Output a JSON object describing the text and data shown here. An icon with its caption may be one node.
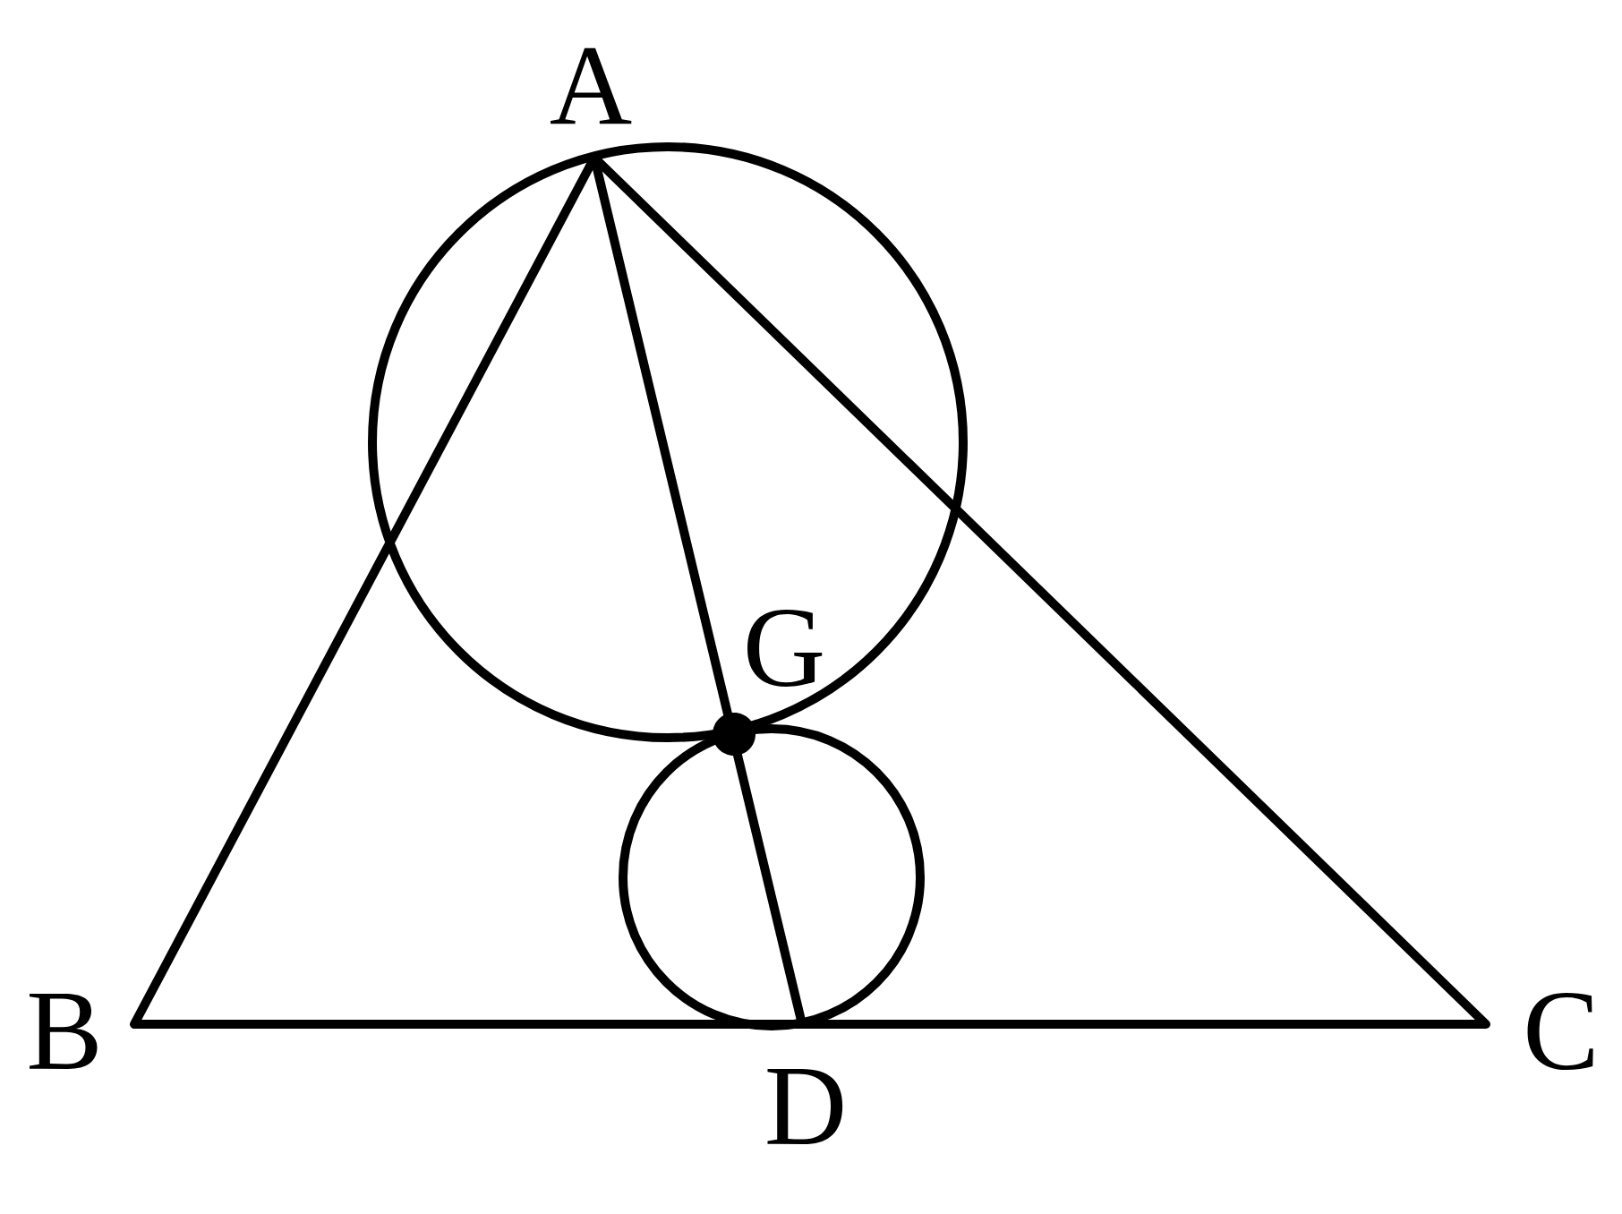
{
  "diagram": {
    "labels": [
      "A",
      "B",
      "C",
      "D",
      "G"
    ]
  }
}
